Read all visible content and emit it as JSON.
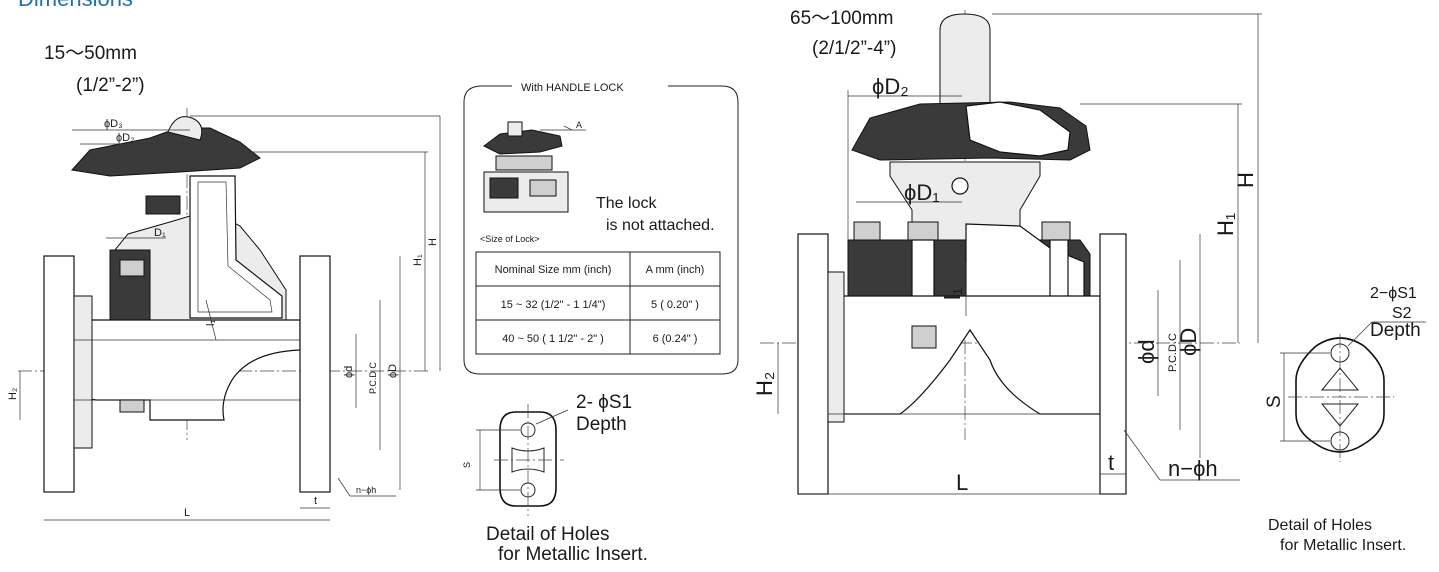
{
  "header": {
    "cut_title": "Dimensions"
  },
  "small_valve": {
    "size_range": "15〜50mm",
    "size_range_inch": "(1/2”-2”)",
    "dims": {
      "D3": "ϕD₃",
      "D2": "ϕD₂",
      "D1": "D₁",
      "H": "H",
      "H1": "H₁",
      "H2": "H₂",
      "l1": "l₁",
      "d": "ϕd",
      "pcd": "P.C.D C",
      "D": "ϕD",
      "L": "L",
      "t": "t",
      "nh": "n−ϕh"
    }
  },
  "handle_lock": {
    "box_title": "With HANDLE LOCK",
    "A_mark": "A",
    "note_line1": "The lock",
    "note_line2": "is not attached.",
    "table_caption": "<Size of Lock>",
    "table": {
      "headers": [
        "Nominal Size mm (inch)",
        "A mm (inch)"
      ],
      "rows": [
        [
          "15 ~ 32 (1/2\" - 1 1/4\")",
          "5 ( 0.20\" )"
        ],
        [
          "40 ~ 50 ( 1 1/2\" - 2\" )",
          "6 (0.24\" )"
        ]
      ]
    }
  },
  "small_holes": {
    "label_s1": "2- ϕS1",
    "label_depth": "Depth",
    "label_s": "S",
    "caption_line1": "Detail of Holes",
    "caption_line2": "for Metallic Insert."
  },
  "large_valve": {
    "size_range": "65〜100mm",
    "size_range_inch": "(2/1/2”-4”)",
    "dims": {
      "D2": "ϕD₂",
      "D1": "ϕD₁",
      "H": "H",
      "H1": "H₁",
      "H2": "H₂",
      "l1": "l₁",
      "d": "ϕd",
      "pcd": "P.C.D.C",
      "D": "ϕD",
      "L": "L",
      "t": "t",
      "nh": "n−ϕh"
    }
  },
  "large_holes": {
    "label_s1": "2−ϕS1",
    "label_s2": "S2",
    "label_depth": "Depth",
    "label_s": "S",
    "caption_line1": "Detail of Holes",
    "caption_line2": "for Metallic Insert."
  }
}
